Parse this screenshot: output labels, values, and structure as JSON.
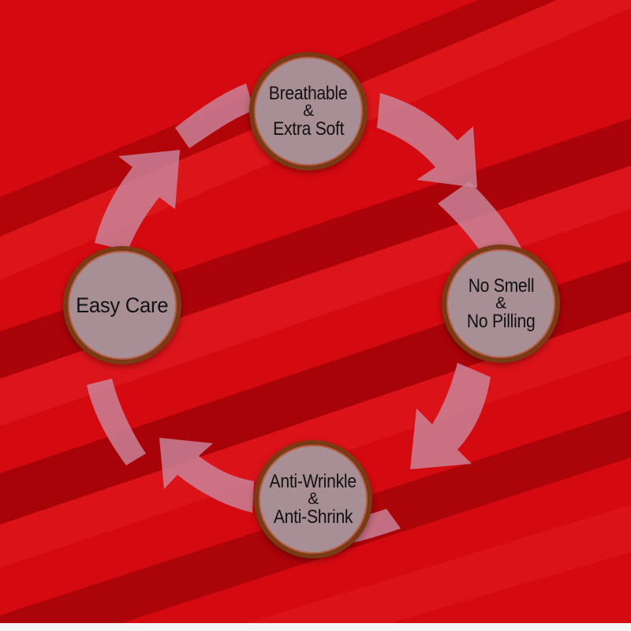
{
  "colors": {
    "background": "#d40a10",
    "fold_dark": "#9e0208",
    "fold_light": "#ec2a2c",
    "arrow": "#c9869c",
    "circle_fill": "#a88f95",
    "circle_border": "#7a3a14"
  },
  "cycle": {
    "top": {
      "line1": "Breathable",
      "amp": "&",
      "line2": "Extra Soft"
    },
    "right": {
      "line1": "No Smell",
      "amp": "&",
      "line2": "No Pilling"
    },
    "bottom": {
      "line1": "Anti-Wrinkle",
      "amp": "&",
      "line2": "Anti-Shrink"
    },
    "left": {
      "line1": "Easy Care"
    }
  }
}
